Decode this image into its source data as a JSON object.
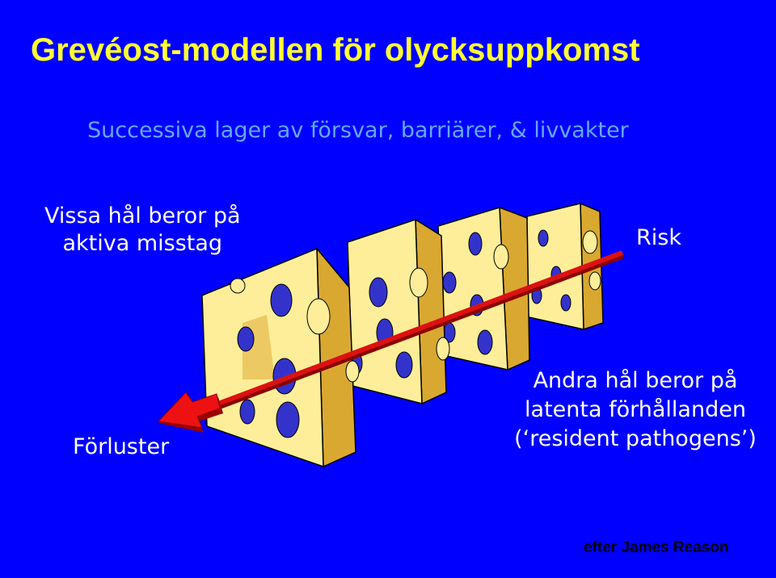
{
  "title": "Grevéost-modellen  för olycksuppkomst",
  "subtitle": "Successiva lager av försvar, barriärer, & livvakter",
  "labels": {
    "active_line1": "Vissa hål beror på",
    "active_line2": "aktiva misstag",
    "risk": "Risk",
    "losses": "Förluster",
    "latent_line1": "Andra hål beror på",
    "latent_line2": "latenta förhållanden",
    "latent_line3": "(‘resident pathogens’)"
  },
  "credit": "efter James Reason",
  "colors": {
    "background": "#0000ff",
    "title": "#ffff33",
    "subtitle": "#66a8ff",
    "cheese_face": "#ffee99",
    "cheese_side": "#d9a830",
    "hole": "#3333cc",
    "arrow": "#dd1111"
  }
}
